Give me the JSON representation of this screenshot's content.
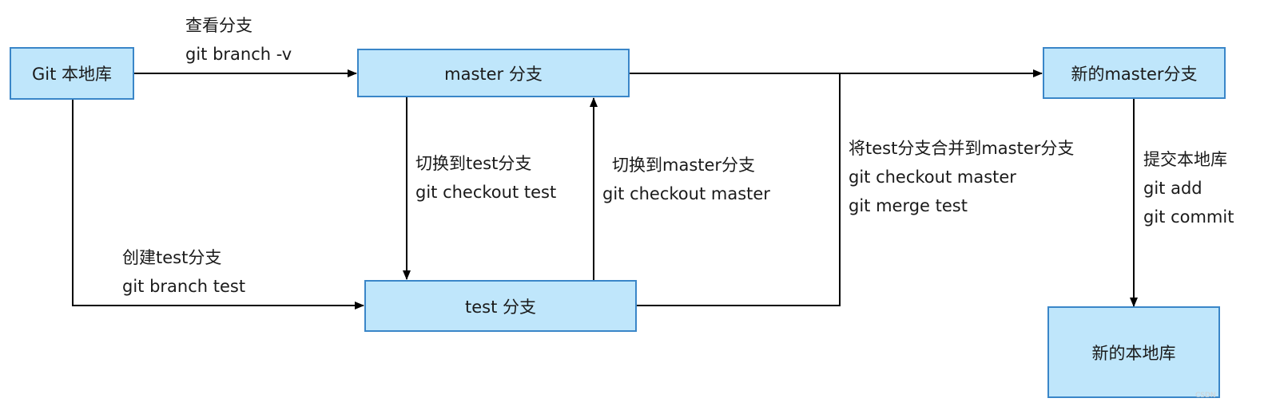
{
  "nodes": {
    "git_local": "Git 本地库",
    "master": "master 分支",
    "new_master": "新的master分支",
    "test": "test 分支",
    "new_local": "新的本地库"
  },
  "edges": {
    "view_branches": {
      "title": "查看分支",
      "cmd": "git branch -v"
    },
    "create_test": {
      "title": "创建test分支",
      "cmd": "git branch test"
    },
    "switch_to_test": {
      "title": "切换到test分支",
      "cmd": "git checkout test"
    },
    "switch_to_master": {
      "title": "切换到master分支",
      "cmd": "git checkout master"
    },
    "merge": {
      "title": "将test分支合并到master分支",
      "cmd1": "git checkout master",
      "cmd2": "git merge test"
    },
    "commit": {
      "title": "提交本地库",
      "cmd1": "git add",
      "cmd2": "git commit"
    }
  },
  "watermark": "CSDN"
}
